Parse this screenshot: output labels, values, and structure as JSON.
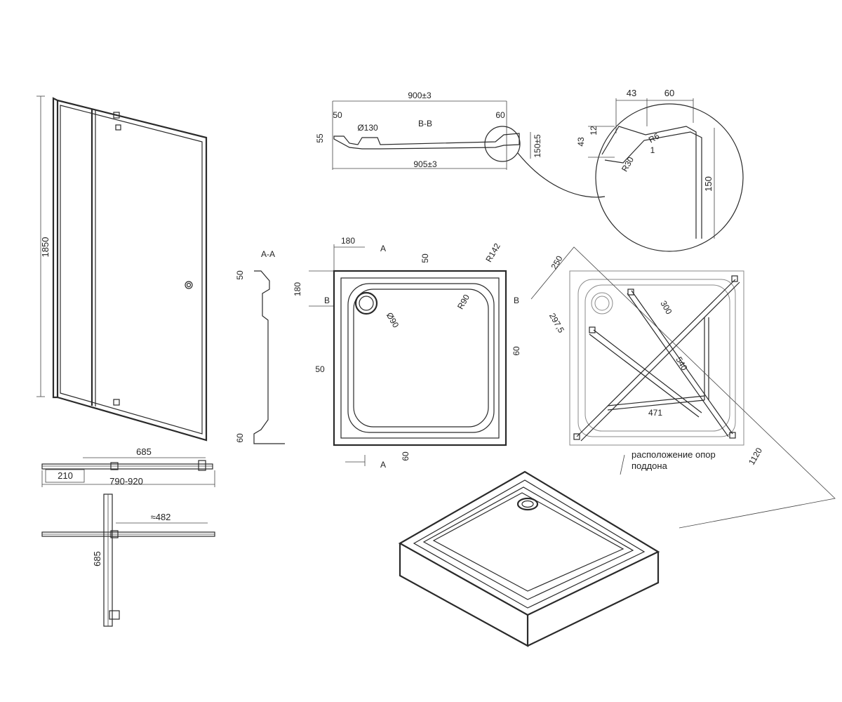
{
  "door": {
    "height": "1850",
    "width_open": "685",
    "fixed_panel": "210",
    "width_range": "790-920",
    "swing_offset": "≈482",
    "swing_depth": "685"
  },
  "section_bb": {
    "title": "B-B",
    "top_dim": "900±3",
    "bottom_dim": "905±3",
    "left_dim": "50",
    "right_dim": "60",
    "height_dim": "55",
    "drain_dim": "Ø130",
    "depth_dim": "150±5"
  },
  "detail": {
    "dim_a": "43",
    "dim_b": "60",
    "dim_c": "12",
    "dim_d": "43",
    "r6": "R6",
    "one": "1",
    "r30": "R30",
    "dim_h": "150"
  },
  "section_aa": {
    "title": "A-A",
    "top_dim": "50",
    "bottom_dim": "60"
  },
  "plan": {
    "dim_180_top": "180",
    "marker_a": "A",
    "dim_50_top": "50",
    "r142": "R142",
    "dim_180_left": "180",
    "marker_b": "B",
    "r90": "R90",
    "drain": "Ø90",
    "dim_60_right": "60",
    "dim_50_left": "50",
    "dim_60_bottom": "60"
  },
  "supports": {
    "dim_250": "250",
    "dim_300": "300",
    "dim_297": "297,5",
    "dim_540": "540",
    "dim_471": "471",
    "dim_1120": "1120",
    "caption_line1": "расположение опор",
    "caption_line2": "поддона"
  }
}
